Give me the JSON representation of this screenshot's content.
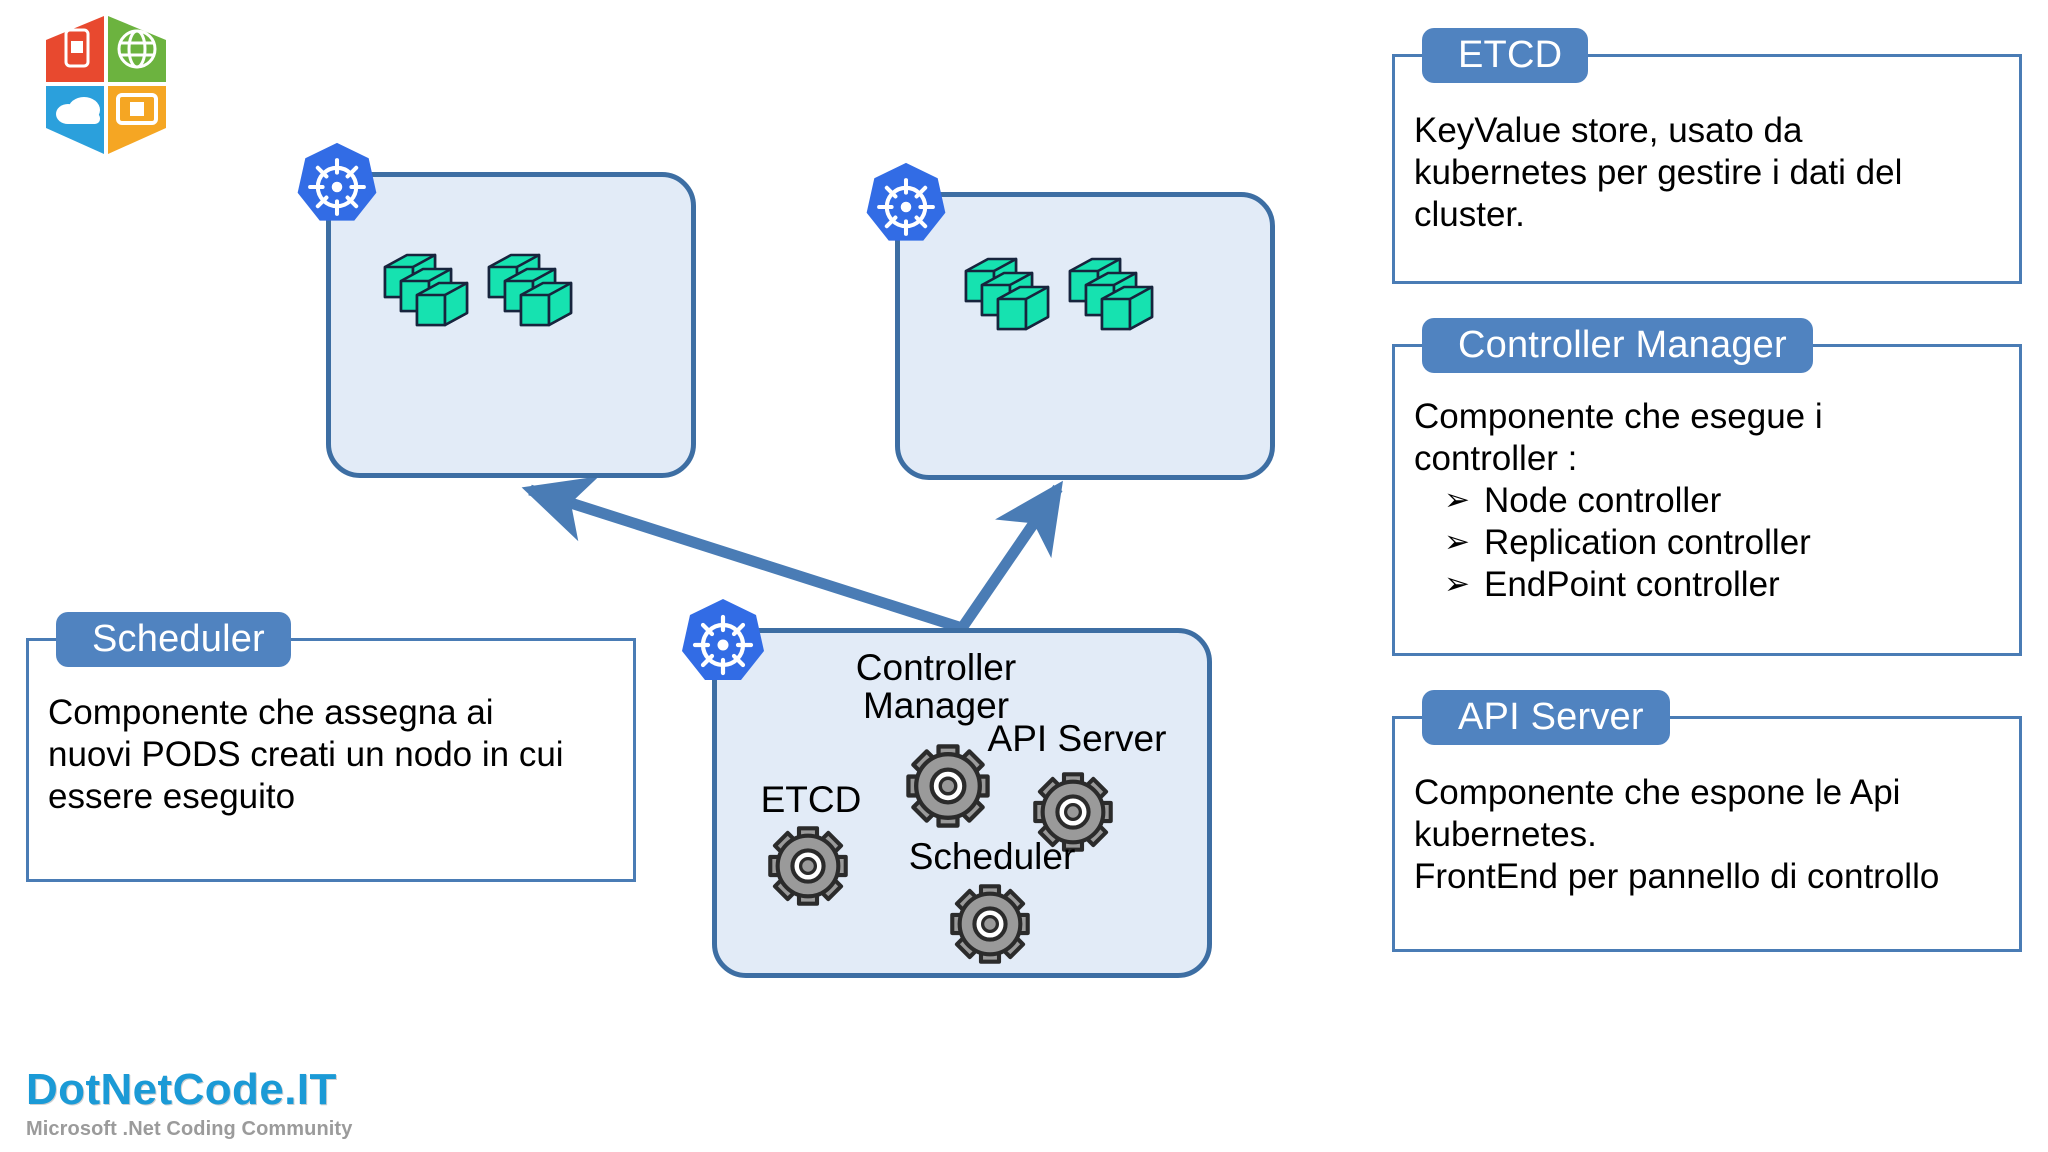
{
  "brand": {
    "logo_name": "hexagon-quadrant-logo",
    "tiles": [
      {
        "name": "phone-icon",
        "color": "#E8492F"
      },
      {
        "name": "globe-icon",
        "color": "#6CB33F"
      },
      {
        "name": "cloud-icon",
        "color": "#2BA0DC"
      },
      {
        "name": "tablet-icon",
        "color": "#F5A623"
      }
    ]
  },
  "colors": {
    "header_blue": "#5083C0",
    "border_blue": "#4A7CB5",
    "node_fill": "#E2EBF7",
    "node_border": "#3D6EA3",
    "k8s_blue": "#326CE5",
    "cube_green": "#16E2B0",
    "gear_gray": "#9A9A9A",
    "arrow_blue": "#4A7CB5",
    "footer_blue": "#1B9AD6",
    "footer_gray": "#9B9B9B"
  },
  "nodes": [
    {
      "name": "worker-node-1",
      "badge": "kubernetes-helm-icon",
      "pod_groups": 2,
      "pods_per_group": 3
    },
    {
      "name": "worker-node-2",
      "badge": "kubernetes-helm-icon",
      "pod_groups": 2,
      "pods_per_group": 3
    }
  ],
  "master": {
    "badge": "kubernetes-helm-icon",
    "components": [
      {
        "label": "Controller\nManager",
        "icon": "gear-icon"
      },
      {
        "label": "API Server",
        "icon": "gear-icon"
      },
      {
        "label": "ETCD",
        "icon": "gear-icon"
      },
      {
        "label": "Scheduler",
        "icon": "gear-icon"
      }
    ]
  },
  "callouts": {
    "scheduler": {
      "title": "Scheduler",
      "lines": [
        "Componente che assegna ai",
        "nuovi PODS creati un nodo in cui",
        "essere eseguito"
      ]
    },
    "etcd": {
      "title": "ETCD",
      "lines": [
        "KeyValue store, usato da",
        "kubernetes per gestire i dati del",
        "cluster."
      ]
    },
    "controller_manager": {
      "title": "Controller Manager",
      "lines": [
        "Componente che esegue i",
        "controller :"
      ],
      "bullet_glyph": "➢",
      "bullets": [
        "Node controller",
        "Replication controller",
        "EndPoint controller"
      ]
    },
    "api_server": {
      "title": "API Server",
      "lines": [
        "Componente che espone le Api",
        "kubernetes.",
        "FrontEnd per pannello di controllo"
      ]
    }
  },
  "arrows": [
    {
      "name": "arrow-master-to-worker-1",
      "from": "master-node",
      "to": "worker-node-1"
    },
    {
      "name": "arrow-master-to-worker-2",
      "from": "master-node",
      "to": "worker-node-2"
    }
  ],
  "footer": {
    "title": "DotNetCode.IT",
    "subtitle": "Microsoft .Net Coding Community"
  }
}
